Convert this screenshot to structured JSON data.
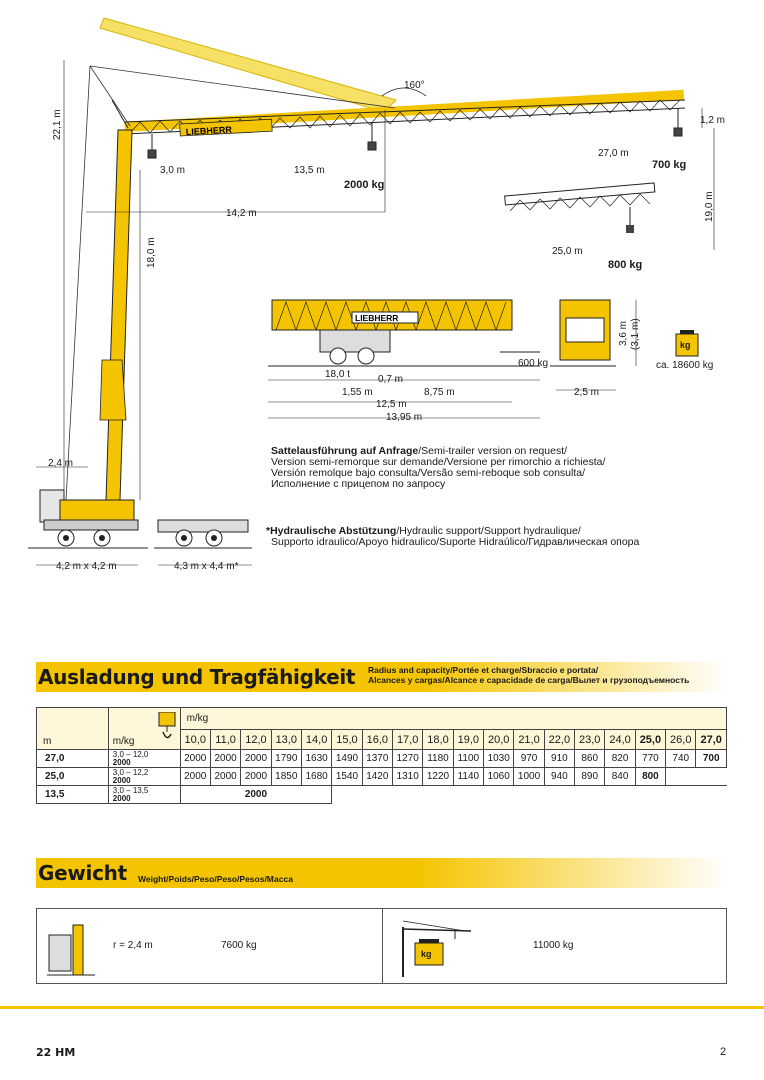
{
  "diagram": {
    "brand": "LIEBHERR",
    "angle": "160°",
    "labels": {
      "h_22_1": "22,1 m",
      "r_3_0": "3,0 m",
      "r_13_5": "13,5 m",
      "load_2000": "2000 kg",
      "h_1_2": "1,2 m",
      "r_27_0": "27,0 m",
      "load_700": "700 kg",
      "h_19_0": "19,0 m",
      "r_14_2": "14,2 m",
      "h_18_0": "18,0 m",
      "r_25_0": "25,0 m",
      "load_800": "800 kg",
      "h_3_6": "3,6 m",
      "h_3_1": "(3,1 m)",
      "t_18": "18,0 t",
      "d_0_7": "0,7 m",
      "load_600": "600 kg",
      "d_1_55": "1,55 m",
      "d_8_75": "8,75 m",
      "d_2_5": "2,5 m",
      "d_12_5": "12,5 m",
      "d_13_95": "13,95 m",
      "weight_approx": "ca. 18600 kg",
      "kg_icon": "kg",
      "w_2_4": "2,4 m",
      "base_4_2": "4,2 m x 4,2 m",
      "base_4_3": "4,3 m x 4,4 m*"
    },
    "semitrailer_bold": "Sattelausführung auf Anfrage",
    "semitrailer_lines": [
      "/Semi-trailer version on request/",
      "Version semi-remorque sur demande/Versione per rimorchio a richiesta/",
      "Versión remolque bajo consulta/Versão semi-reboque sob consulta/",
      "Исполнение с прицепом по запросу"
    ],
    "hydraulic_star": "*",
    "hydraulic_bold": "Hydraulische Abstützung",
    "hydraulic_lines": [
      "/Hydraulic support/Support hydraulique/",
      "Supporto idraulico/Apoyo hidraulico/Suporte Hidraúlico/Гидравлическая опора"
    ]
  },
  "capacity": {
    "title": "Ausladung und Tragfähigkeit",
    "subtitle_1": "Radius and capacity/Portée et charge/Sbraccio e portata/",
    "subtitle_2": "Alcances y cargas/Alcance e capacidade de carga/Вылет и грузоподъемность",
    "header_unit": "m/kg",
    "col_m": "m",
    "col_mkg": "m/kg",
    "radii": [
      "10,0",
      "11,0",
      "12,0",
      "13,0",
      "14,0",
      "15,0",
      "16,0",
      "17,0",
      "18,0",
      "19,0",
      "20,0",
      "21,0",
      "22,0",
      "23,0",
      "24,0",
      "25,0",
      "26,0",
      "27,0"
    ],
    "rows": [
      {
        "m": "27,0",
        "range": "3,0 – 12,0",
        "load": "2000",
        "values": [
          "2000",
          "2000",
          "2000",
          "1790",
          "1630",
          "1490",
          "1370",
          "1270",
          "1180",
          "1100",
          "1030",
          "970",
          "910",
          "860",
          "820",
          "770",
          "740",
          "700"
        ]
      },
      {
        "m": "25,0",
        "range": "3,0 – 12,2",
        "load": "2000",
        "values": [
          "2000",
          "2000",
          "2000",
          "1850",
          "1680",
          "1540",
          "1420",
          "1310",
          "1220",
          "1140",
          "1060",
          "1000",
          "940",
          "890",
          "840",
          "800"
        ]
      },
      {
        "m": "13,5",
        "range": "3,0 – 13,5",
        "load": "2000",
        "merged": "2000"
      }
    ]
  },
  "weight": {
    "title": "Gewicht",
    "subtitle": "Weight/Poids/Peso/Peso/Pesos/Масса",
    "radius_label": "r = 2,4 m",
    "ballast": "7600 kg",
    "total": "11000 kg",
    "kg_icon": "kg"
  },
  "footer": {
    "model": "22 HM",
    "page": "2"
  },
  "colors": {
    "crane_yellow": "#f5c400",
    "band_yellow": "#f5c400",
    "line_dark": "#1a1a1a"
  }
}
